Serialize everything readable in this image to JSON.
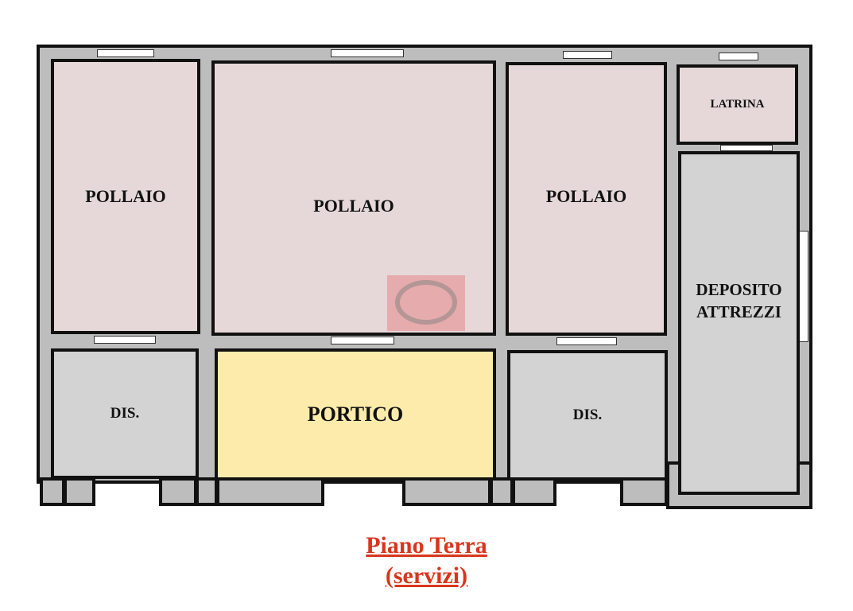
{
  "plan": {
    "rooms": [
      {
        "id": "pollaio-1",
        "label": "POLLAIO"
      },
      {
        "id": "pollaio-2",
        "label": "POLLAIO"
      },
      {
        "id": "pollaio-3",
        "label": "POLLAIO"
      },
      {
        "id": "latrina",
        "label": "LATRINA"
      },
      {
        "id": "deposito",
        "label": "DEPOSITO ATTREZZI"
      },
      {
        "id": "dis-1",
        "label": "DIS."
      },
      {
        "id": "portico",
        "label": "PORTICO"
      },
      {
        "id": "dis-2",
        "label": "DIS."
      }
    ],
    "colors": {
      "pollaio": "#e6d8d9",
      "service": "#d3d3d3",
      "portico": "#fcebaa",
      "title": "#d8361c"
    }
  },
  "caption": {
    "line1": "Piano Terra",
    "line2": "(servizi)"
  }
}
